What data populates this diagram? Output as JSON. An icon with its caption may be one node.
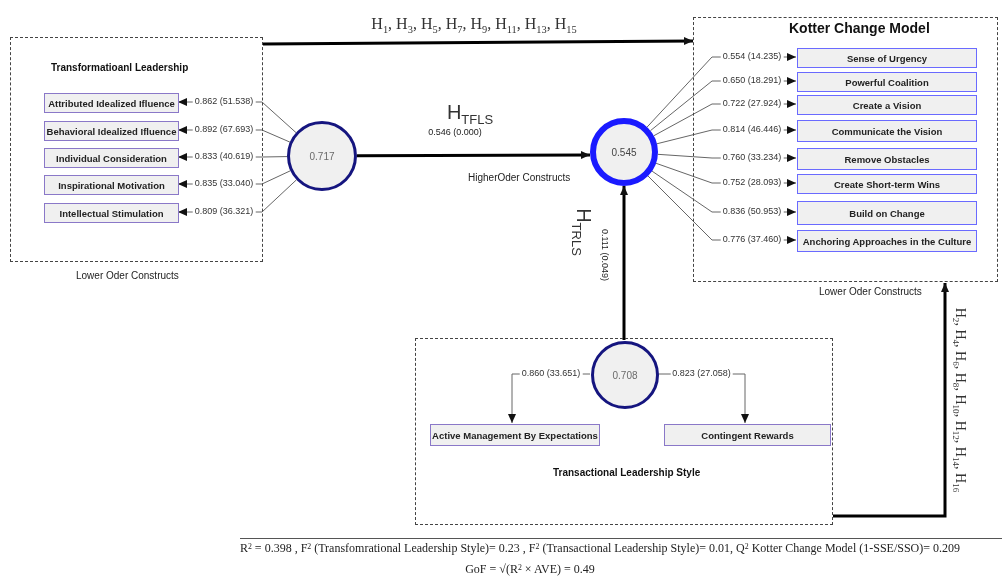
{
  "diagram": {
    "nodes": [
      {
        "text": [
          "Transformatioanl Leadership"
        ],
        "beside": [
          "Lower Oder Constructs"
        ]
      },
      {
        "text": [
          "Attributed Idealized Ifluence"
        ],
        "in": 0
      },
      {
        "text": [
          "Behavioral Idealized Ifluence"
        ],
        "in": 0
      },
      {
        "text": [
          "Individual Consideration"
        ],
        "in": 0
      },
      {
        "text": [
          "Inspirational Motivation"
        ],
        "in": 0
      },
      {
        "text": [
          "Intellectual Stimulation"
        ],
        "in": 0
      },
      {
        "text": [
          "0.717"
        ]
      },
      {
        "text": [
          "Kotter Change Model"
        ],
        "beside": [
          "Lower Oder Constructs"
        ]
      },
      {
        "text": [
          "Sense of Urgency"
        ],
        "in": 7
      },
      {
        "text": [
          "Powerful Coalition"
        ],
        "in": 7
      },
      {
        "text": [
          "Create a Vision"
        ],
        "in": 7
      },
      {
        "text": [
          "Communicate the Vision"
        ],
        "in": 7
      },
      {
        "text": [
          "Remove Obstacles"
        ],
        "in": 7
      },
      {
        "text": [
          "Create Short-term Wins"
        ],
        "in": 7
      },
      {
        "text": [
          "Build on Change"
        ],
        "in": 7
      },
      {
        "text": [
          "Anchoring Approaches in the Culture"
        ],
        "in": 7
      },
      {
        "text": [
          "0.545"
        ],
        "beside": [
          "HigherOder Constructs"
        ]
      },
      {
        "text": [
          "Transactional Leadership Style"
        ]
      },
      {
        "text": [
          "0.708"
        ],
        "in": 17
      },
      {
        "text": [
          "Active Management By Expectations"
        ],
        "in": 17
      },
      {
        "text": [
          "Contingent Rewards"
        ],
        "in": 17
      }
    ],
    "edges": [
      {
        "from": 0,
        "to": 7,
        "arrow": "to",
        "label": "H$_{1}$, H$_{3}$, H$_{5}$, H$_{7}$, H$_{9}$, H$_{11}$, H$_{13}$, H$_{15}$",
        "style": "thick",
        "color": "#000000"
      },
      {
        "from": 6,
        "to": 1,
        "arrow": "to",
        "label": "0.862 (51.538)"
      },
      {
        "from": 6,
        "to": 2,
        "arrow": "to",
        "label": "0.892 (67.693)"
      },
      {
        "from": 6,
        "to": 3,
        "arrow": "to",
        "label": "0.833 (40.619)"
      },
      {
        "from": 6,
        "to": 4,
        "arrow": "to",
        "label": "0.835 (33.040)"
      },
      {
        "from": 6,
        "to": 5,
        "arrow": "to",
        "label": "0.809 (36.321)"
      },
      {
        "from": 6,
        "to": 16,
        "arrow": "to",
        "label": "H$_{TFLS}$",
        "style": "thick",
        "color": "#000000"
      },
      {
        "from": 16,
        "to": 8,
        "arrow": "to",
        "label": "0.554 (14.235)"
      },
      {
        "from": 16,
        "to": 9,
        "arrow": "to",
        "label": "0.650 (18.291)"
      },
      {
        "from": 16,
        "to": 10,
        "arrow": "to",
        "label": "0.722 (27.924)"
      },
      {
        "from": 16,
        "to": 11,
        "arrow": "to",
        "label": "0.814 (46.446)"
      },
      {
        "from": 16,
        "to": 12,
        "arrow": "to",
        "label": "0.760 (33.234)"
      },
      {
        "from": 16,
        "to": 13,
        "arrow": "to",
        "label": "0.752 (28.093)"
      },
      {
        "from": 16,
        "to": 14,
        "arrow": "to",
        "label": "0.836 (50.953)"
      },
      {
        "from": 16,
        "to": 15,
        "arrow": "to",
        "label": "0.776 (37.460)"
      },
      {
        "from": 18,
        "to": 16,
        "arrow": "to",
        "label": "H$_{TRLS}$",
        "style": "thick",
        "color": "#000000"
      },
      {
        "from": 18,
        "to": 19,
        "arrow": "to",
        "label": "0.860 (33.651)"
      },
      {
        "from": 18,
        "to": 20,
        "arrow": "to",
        "label": "0.823 (27.058)"
      },
      {
        "from": 17,
        "to": 7,
        "arrow": "to",
        "label": "H$_{2}$, H$_{4}$, H$_{6}$, H$_{8}$, H$_{10}$, H$_{12}$, H$_{14}$, H$_{16}$",
        "style": "thick",
        "color": "#000000"
      }
    ],
    "labels": [
      "0.546 (0.000)",
      "0.111 (0.049)",
      "R$^{2}$ = 0.398 , F$^{2}$ (Transfomrational Leadership Style)= 0.23 , F$^{2}$ (Transactional Leadership Style)= 0.01, Q$^{2}$ Kotter Change Model (1-SSE/SSO)= 0.209",
      "GoF = √(R$^{2}$ × AVE) = 0.49"
    ]
  }
}
